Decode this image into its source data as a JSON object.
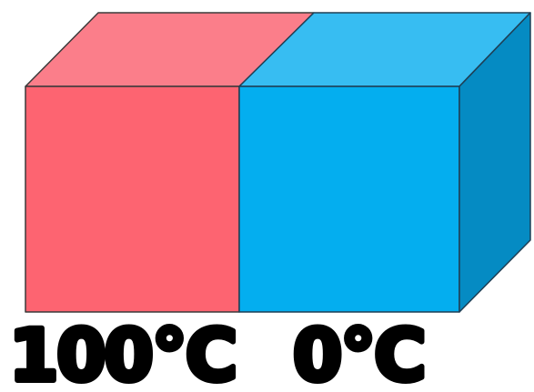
{
  "blocks": [
    {
      "id": "hot",
      "temperature_label": "100°C",
      "colors": {
        "front": "#fd6471",
        "top": "#fb7e8a",
        "outline": "#3a3a3a"
      }
    },
    {
      "id": "cold",
      "temperature_label": "0°C",
      "colors": {
        "front": "#04aeef",
        "top": "#37bdf2",
        "side": "#058bc3",
        "outline": "#1f3f55"
      }
    }
  ]
}
